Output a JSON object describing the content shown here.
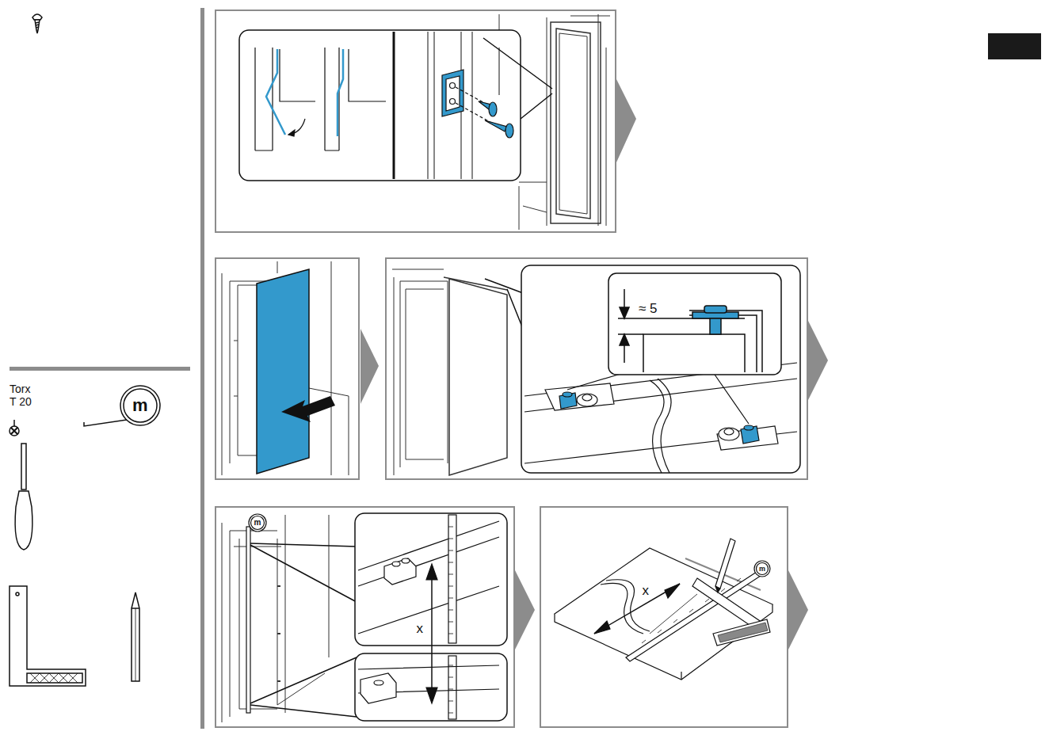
{
  "diagram": {
    "labels": [
      "Torx",
      "T 20",
      "m",
      "≈ 5",
      "m",
      "x",
      "x",
      "m"
    ]
  }
}
